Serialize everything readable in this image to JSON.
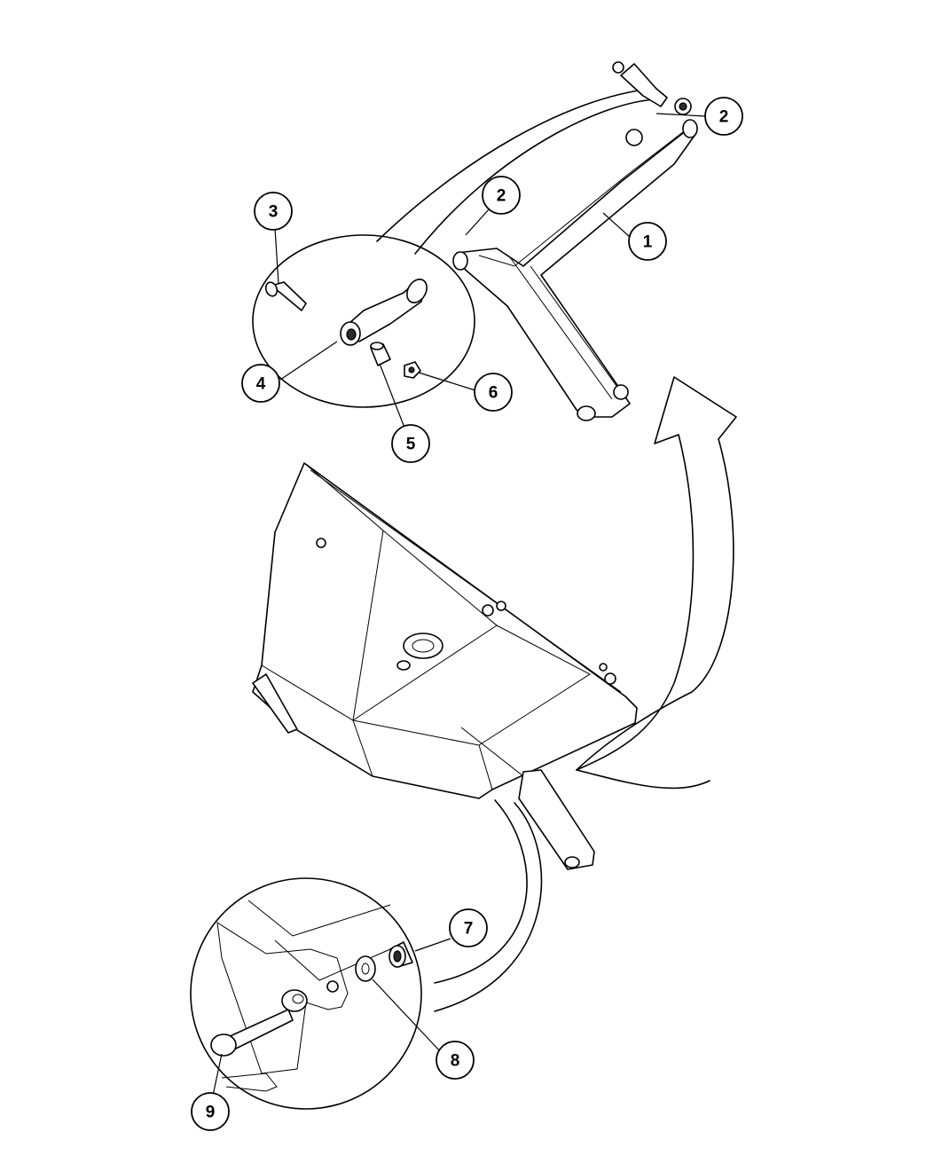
{
  "callouts": [
    {
      "id": "c1",
      "label": "1"
    },
    {
      "id": "c2a",
      "label": "2"
    },
    {
      "id": "c2b",
      "label": "2"
    },
    {
      "id": "c3",
      "label": "3"
    },
    {
      "id": "c4",
      "label": "4"
    },
    {
      "id": "c5",
      "label": "5"
    },
    {
      "id": "c6",
      "label": "6"
    },
    {
      "id": "c7",
      "label": "7"
    },
    {
      "id": "c8",
      "label": "8"
    },
    {
      "id": "c9",
      "label": "9"
    }
  ],
  "colors": {
    "line": "#000000",
    "background": "#ffffff",
    "fill_dark": "#2b2b2b"
  },
  "parts": [
    "arm-assembly",
    "turnbuckle-link",
    "bolt",
    "rod-end",
    "bushing",
    "nut",
    "hopper-body",
    "pivot-bushing",
    "washer",
    "hex-bolt"
  ]
}
